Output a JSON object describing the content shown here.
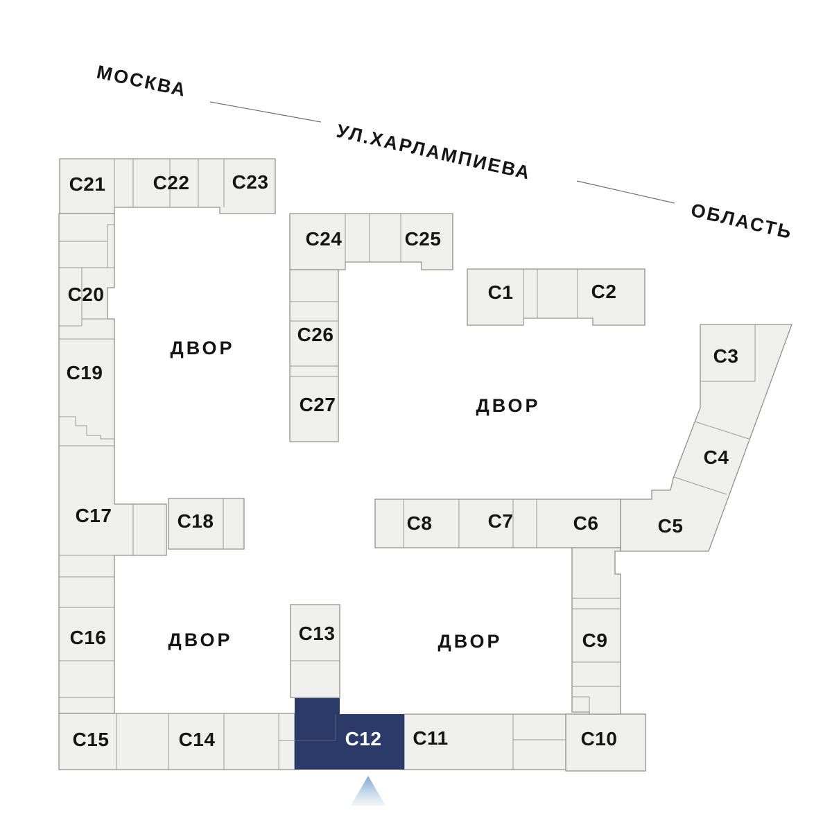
{
  "map": {
    "street": {
      "city": "МОСКВА",
      "name": "УЛ.ХАРЛАМПИЕВА",
      "region": "ОБЛАСТЬ"
    },
    "courtyard_label": "ДВОР",
    "selected_section": "С12",
    "sections": [
      "С1",
      "С2",
      "С3",
      "С4",
      "С5",
      "С6",
      "С7",
      "С8",
      "С9",
      "С10",
      "С11",
      "С12",
      "С13",
      "С14",
      "С15",
      "С16",
      "С17",
      "С18",
      "С19",
      "С20",
      "С21",
      "С22",
      "С23",
      "С24",
      "С25",
      "С26",
      "С27"
    ],
    "colors": {
      "block_fill": "#efefee",
      "block_stroke": "#8f8f8f",
      "selected_fill": "#2b3a68",
      "selected_text": "#ffffff",
      "label_color": "#151515",
      "pointer_top": "#78a3cc",
      "pointer_bottom": "#eaf1f7"
    }
  }
}
